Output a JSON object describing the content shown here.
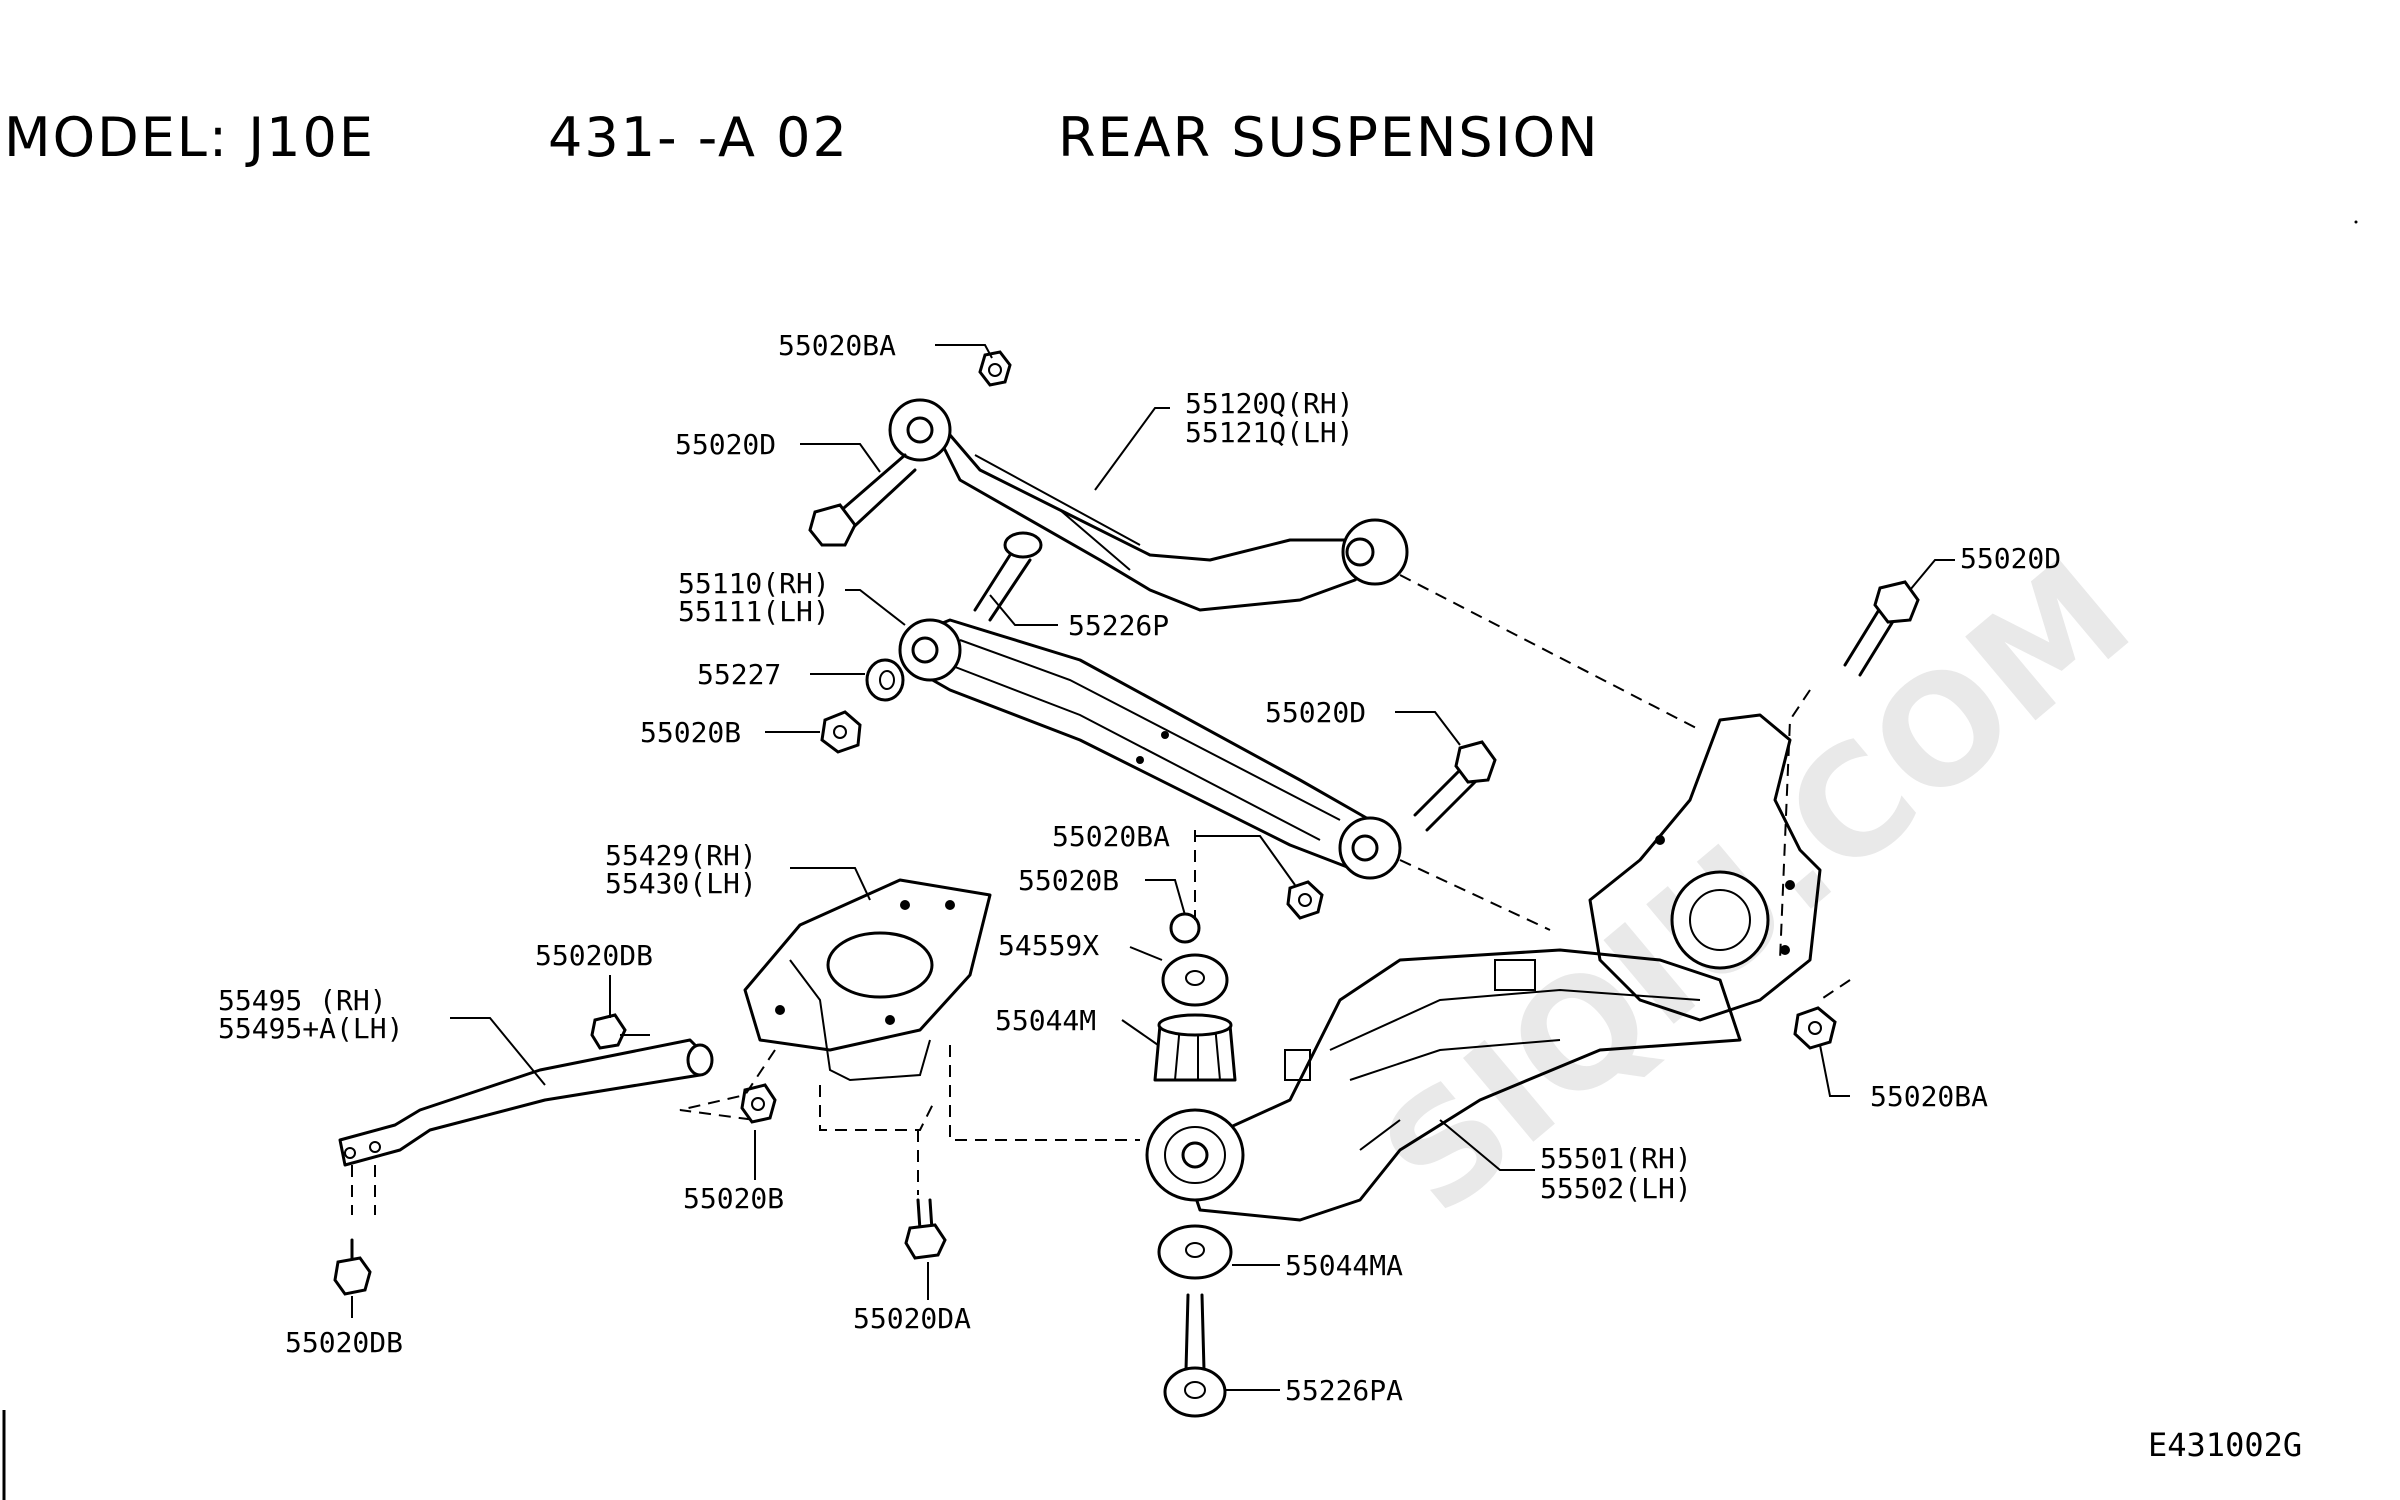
{
  "header": {
    "model": "MODEL: J10E",
    "section": "431-  -A 02",
    "title": "REAR SUSPENSION"
  },
  "watermark": "SIQIU.COM",
  "diagram_code": "E431002G",
  "callouts": {
    "c01": "55020BA",
    "c02a": "55120Q(RH)",
    "c02b": "55121Q(LH)",
    "c03": "55020D",
    "c04": "55020D",
    "c05a": "55110(RH)",
    "c05b": "55111(LH)",
    "c06": "55226P",
    "c07": "55227",
    "c08": "55020B",
    "c09": "55020D",
    "c10": "55020BA",
    "c11a": "55429(RH)",
    "c11b": "55430(LH)",
    "c12": "55020B",
    "c13": "54559X",
    "c14": "55020DB",
    "c15a": "55495   (RH)",
    "c15b": "55495+A(LH)",
    "c16": "55044M",
    "c17": "55020BA",
    "c18a": "55501(RH)",
    "c18b": "55502(LH)",
    "c19": "55020B",
    "c20": "55044MA",
    "c21": "55020DA",
    "c22": "55020DB",
    "c23": "55226PA"
  }
}
